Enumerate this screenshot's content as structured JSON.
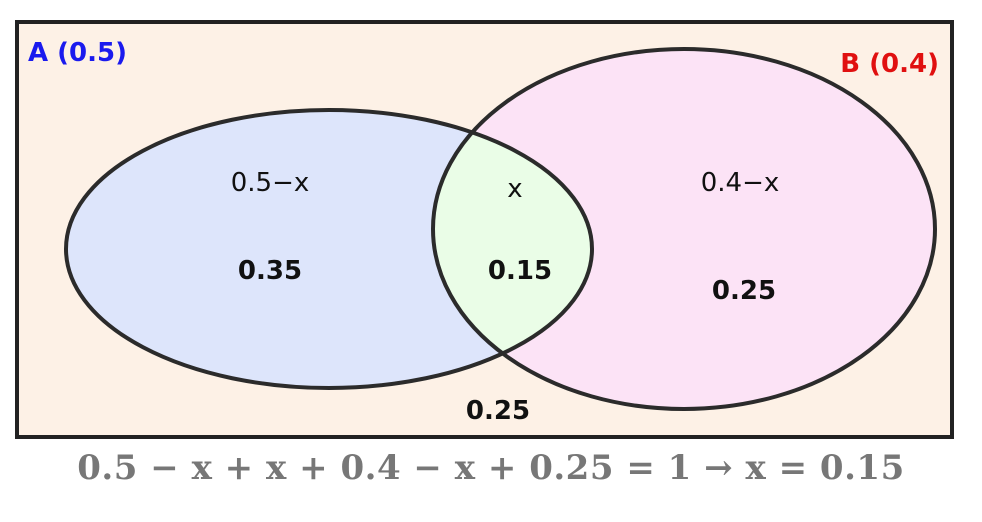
{
  "diagram": {
    "sets": [
      {
        "id": "A",
        "label": "A (0.5)",
        "color": "#1a1aee",
        "fill": "#dde5fb"
      },
      {
        "id": "B",
        "label": "B (0.4)",
        "color": "#e01010",
        "fill": "#fce3f6"
      }
    ],
    "intersection_fill": "#eafde7",
    "universe_fill": "#fdf1e6",
    "regions": {
      "a_only": {
        "expr": "0.5−x",
        "value": "0.35"
      },
      "both": {
        "expr": "x",
        "value": "0.15"
      },
      "b_only": {
        "expr": "0.4−x",
        "value": "0.25"
      },
      "neither": {
        "value": "0.25"
      }
    },
    "equation": "0.5 − x + x + 0.4 − x + 0.25 = 1 → x = 0.15"
  }
}
